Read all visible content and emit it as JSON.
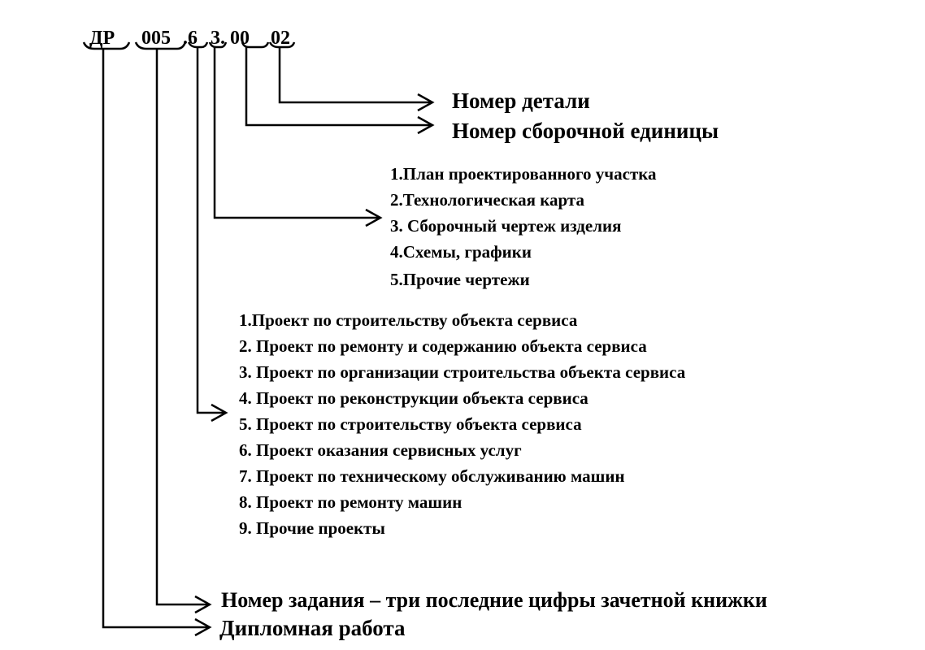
{
  "code": {
    "parts": [
      "ДР",
      "005",
      ".6",
      "3.",
      "00",
      "02"
    ]
  },
  "labels": {
    "detail_number": "Номер детали",
    "assembly_unit_number": "Номер сборочной единицы",
    "task_number": "Номер задания – три последние цифры зачетной книжки",
    "diploma_work": "Дипломная работа"
  },
  "drawing_types": [
    "1.План проектированного участка",
    "2.Технологическая карта",
    "3. Сборочный чертеж изделия",
    "4.Схемы, графики",
    "5.Прочие чертежи"
  ],
  "project_types": [
    "1.Проект по строительству объекта сервиса",
    "2. Проект по ремонту и содержанию объекта сервиса",
    "3. Проект по организации строительства объекта сервиса",
    "4. Проект по реконструкции объекта сервиса",
    "5. Проект по строительству объекта сервиса",
    "6. Проект оказания сервисных услуг",
    "7. Проект по техническому обслуживанию машин",
    "8. Проект по ремонту машин",
    "9. Прочие проекты"
  ]
}
